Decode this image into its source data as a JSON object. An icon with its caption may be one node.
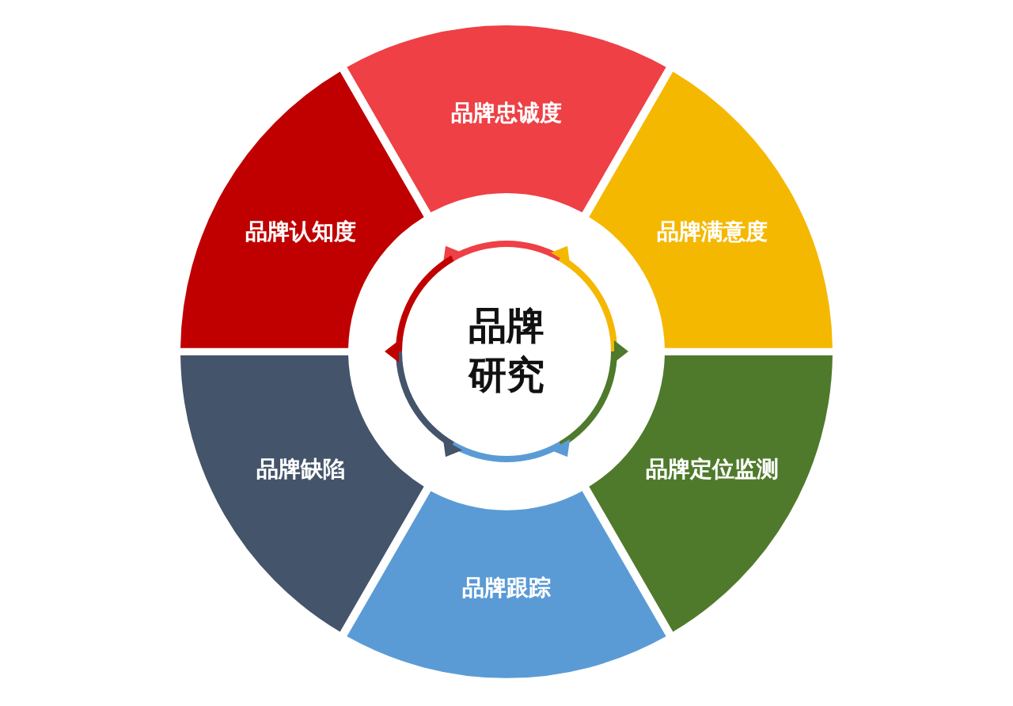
{
  "diagram": {
    "nodes": [
      {
        "text": [
          "品牌研究"
        ]
      },
      {
        "text": [
          "品牌忠诚度"
        ]
      },
      {
        "text": [
          "品牌满意度"
        ]
      },
      {
        "text": [
          "品牌定位监测"
        ]
      },
      {
        "text": [
          "品牌跟踪"
        ]
      },
      {
        "text": [
          "品牌缺陷"
        ]
      },
      {
        "text": [
          "品牌认知度"
        ]
      }
    ]
  }
}
